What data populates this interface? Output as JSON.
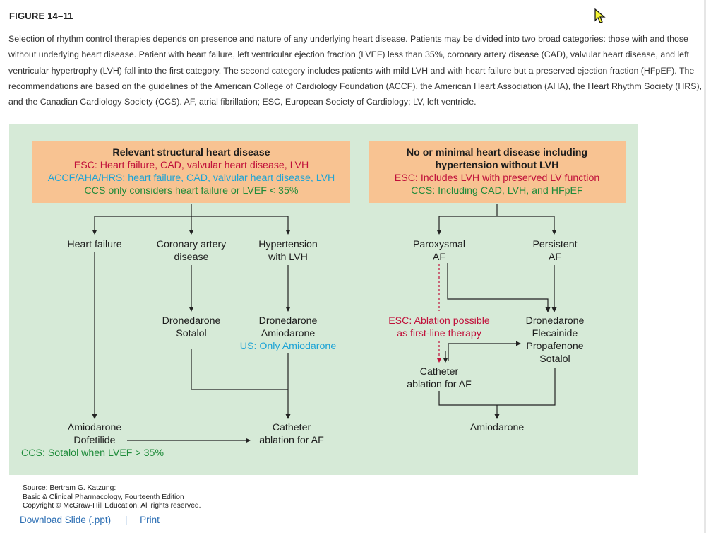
{
  "figure": {
    "title": "FIGURE 14–11",
    "caption": "Selection of rhythm control therapies depends on presence and nature of any underlying heart disease. Patients may be divided into two broad categories: those with and those without underlying heart disease. Patient with heart failure, left ventricular ejection fraction (LVEF) less than 35%, coronary artery disease (CAD), valvular heart disease, and left ventricular hypertrophy (LVH) fall into the first category. The second category includes patients with mild LVH and with heart failure but a preserved ejection fraction (HFpEF). The recommendations are based on the guidelines of the American College of Cardiology Foundation (ACCF), the American Heart Association (AHA), the Heart Rhythm Society (HRS), and the Canadian Cardiology Society (CCS). AF, atrial fibrillation; ESC, European Society of Cardiology; LV, left ventricle."
  },
  "diagram": {
    "left_box": {
      "heading": "Relevant structural heart disease",
      "esc": "ESC: Heart failure, CAD, valvular heart disease, LVH",
      "accf": "ACCF/AHA/HRS: heart failure, CAD, valvular heart disease, LVH",
      "ccs": "CCS only considers heart failure or LVEF < 35%"
    },
    "right_box": {
      "heading_line1": "No or minimal heart disease including",
      "heading_line2": "hypertension without LVH",
      "esc": "ESC: Includes LVH with preserved LV function",
      "ccs": "CCS: Including CAD, LVH, and HFpEF"
    },
    "heart_failure": "Heart failure",
    "cad": {
      "line1": "Coronary artery",
      "line2": "disease"
    },
    "hypertension": {
      "line1": "Hypertension",
      "line2": "with LVH"
    },
    "cad_drugs": {
      "line1": "Dronedarone",
      "line2": "Sotalol"
    },
    "htn_drugs": {
      "line1": "Dronedarone",
      "line2": "Amiodarone",
      "us_note": "US: Only Amiodarone"
    },
    "hf_drugs": {
      "line1": "Amiodarone",
      "line2": "Dofetilide",
      "ccs_note": "CCS: Sotalol when LVEF > 35%"
    },
    "left_ablation": {
      "line1": "Catheter",
      "line2": "ablation for AF"
    },
    "paroxysmal": {
      "line1": "Paroxysmal",
      "line2": "AF"
    },
    "persistent": {
      "line1": "Persistent",
      "line2": "AF"
    },
    "esc_ablation": {
      "line1": "ESC: Ablation possible",
      "line2": "as first-line therapy"
    },
    "right_drugs": {
      "line1": "Dronedarone",
      "line2": "Flecainide",
      "line3": "Propafenone",
      "line4": "Sotalol"
    },
    "right_ablation": {
      "line1": "Catheter",
      "line2": "ablation for AF"
    },
    "right_amiodarone": "Amiodarone",
    "colors": {
      "panel": "#d6ead7",
      "box": "#f8c392",
      "esc_red": "#c0103a",
      "us_blue": "#1ca3d6",
      "ccs_green": "#1e8b3a"
    }
  },
  "source": {
    "line1": "Source: Bertram G. Katzung:",
    "line2": "Basic & Clinical Pharmacology, Fourteenth Edition",
    "line3": "Copyright © McGraw-Hill Education. All rights reserved."
  },
  "actions": {
    "download": "Download Slide (.ppt)",
    "separator": "|",
    "print": "Print"
  }
}
